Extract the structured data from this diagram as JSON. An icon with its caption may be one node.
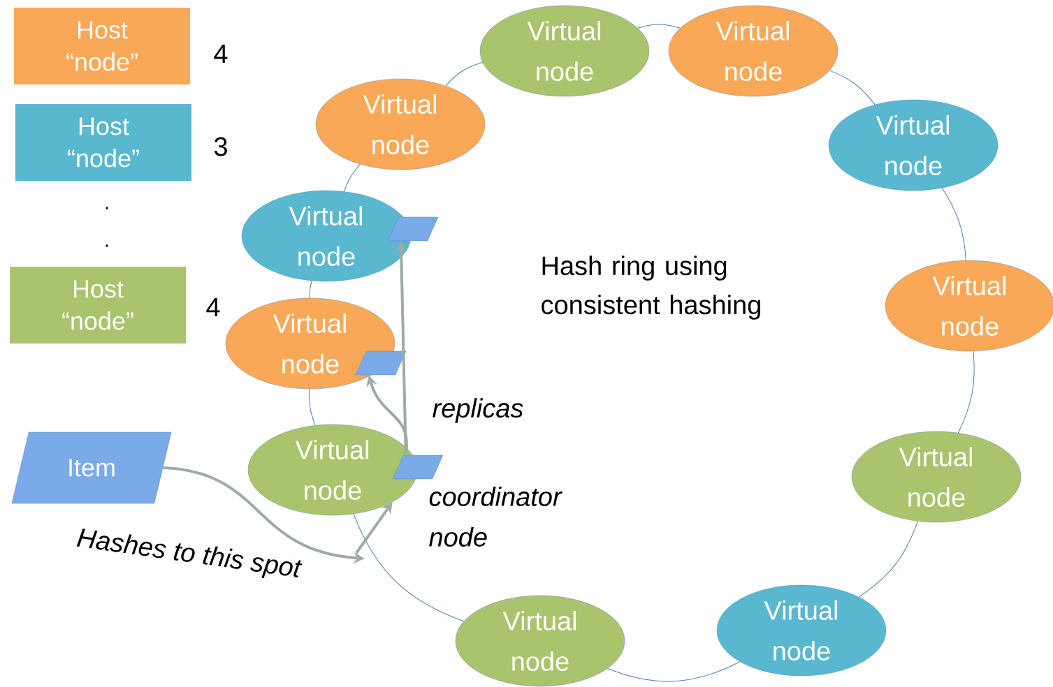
{
  "diagram": {
    "nodes": [
      {
        "text": [
          "Host “node”"
        ],
        "beside": [
          "4"
        ]
      },
      {
        "text": [
          "Host “node”"
        ],
        "beside": [
          "3"
        ]
      },
      {
        "text": [
          "Host “node”"
        ],
        "beside": [
          "4"
        ]
      },
      {
        "text": [
          "Item"
        ]
      },
      {
        "text": [
          "Virtual node"
        ]
      },
      {
        "text": [
          "Virtual node"
        ]
      },
      {
        "text": [
          "Virtual node"
        ]
      },
      {
        "text": [
          "Virtual node"
        ]
      },
      {
        "text": [
          "Virtual node"
        ]
      },
      {
        "text": [
          "Virtual node"
        ]
      },
      {
        "text": [
          "Virtual node"
        ]
      },
      {
        "text": [
          "Virtual node"
        ]
      },
      {
        "text": [
          "Virtual node"
        ]
      },
      {
        "text": [
          "Virtual node"
        ]
      },
      {
        "text": [
          "Virtual node"
        ]
      },
      {
        "text": [],
        "shape": "box"
      },
      {
        "text": [],
        "shape": "box"
      },
      {
        "text": [],
        "shape": "box"
      }
    ],
    "edges": [
      {
        "from": 4,
        "to": 5,
        "arrow": "none"
      },
      {
        "from": 5,
        "to": 6,
        "arrow": "none"
      },
      {
        "from": 6,
        "to": 7,
        "arrow": "none"
      },
      {
        "from": 7,
        "to": 8,
        "arrow": "none"
      },
      {
        "from": 8,
        "to": 9,
        "arrow": "none"
      },
      {
        "from": 9,
        "to": 10,
        "arrow": "none"
      },
      {
        "from": 10,
        "to": 11,
        "arrow": "none"
      },
      {
        "from": 11,
        "to": 12,
        "arrow": "none"
      },
      {
        "from": 12,
        "to": 13,
        "arrow": "none"
      },
      {
        "from": 13,
        "to": 14,
        "arrow": "none"
      },
      {
        "from": 14,
        "to": 4,
        "arrow": "none"
      },
      {
        "from": 17,
        "to": 15,
        "arrow": "to",
        "style": "thick",
        "color": "#9eaba5"
      },
      {
        "from": 17,
        "to": 16,
        "arrow": "to",
        "style": "thick",
        "color": "#9eaba5"
      },
      {
        "from": 3,
        "to": null,
        "arrow": "to",
        "style": "thick",
        "color": "#9eaba5"
      },
      {
        "from": null,
        "to": 11,
        "arrow": "to",
        "style": "thick",
        "color": "#9eaba5"
      }
    ],
    "labels": [
      ".",
      ".",
      "Hash ring using consistent hashing",
      "replicas",
      "coordinator node",
      "Hashes to this spot"
    ]
  }
}
